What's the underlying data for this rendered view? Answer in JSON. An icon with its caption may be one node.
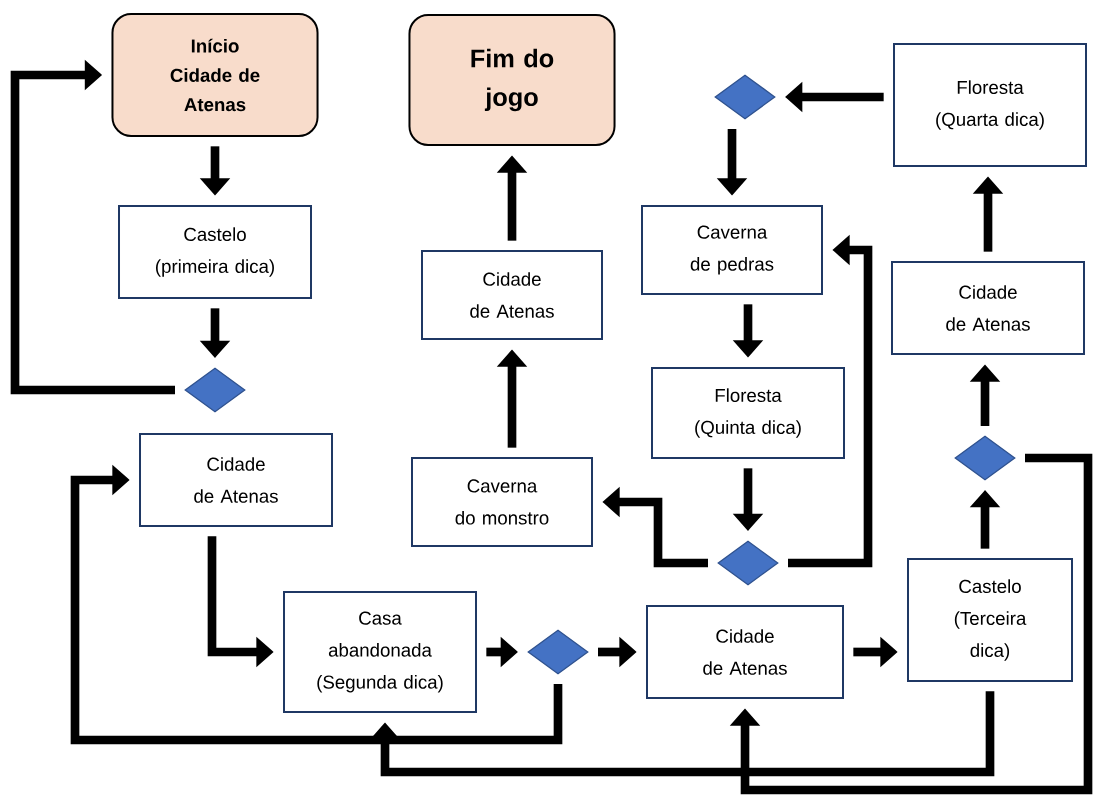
{
  "diagram": {
    "nodes": [
      {
        "text": [
          "Início Cidade de Atenas"
        ]
      },
      {
        "text": [
          "Fim do jogo"
        ]
      },
      {
        "text": [
          "Castelo (primeira dica)"
        ]
      },
      {
        "text": [],
        "shape": "diamond"
      },
      {
        "text": [
          "Cidade de Atenas"
        ]
      },
      {
        "text": [
          "Casa abandonada (Segunda dica)"
        ]
      },
      {
        "text": [],
        "shape": "diamond"
      },
      {
        "text": [
          "Cidade de Atenas"
        ]
      },
      {
        "text": [
          "Castelo (Terceira dica)"
        ]
      },
      {
        "text": [],
        "shape": "diamond"
      },
      {
        "text": [
          "Cidade de Atenas"
        ]
      },
      {
        "text": [
          "Floresta (Quarta dica)"
        ]
      },
      {
        "text": [],
        "shape": "diamond"
      },
      {
        "text": [
          "Caverna de pedras"
        ]
      },
      {
        "text": [
          "Floresta (Quinta dica)"
        ]
      },
      {
        "text": [],
        "shape": "diamond"
      },
      {
        "text": [
          "Caverna do monstro"
        ]
      },
      {
        "text": [
          "Cidade de Atenas"
        ]
      }
    ],
    "edges": [
      {
        "from": 0,
        "to": 2,
        "arrow": "to"
      },
      {
        "from": 2,
        "to": 3,
        "arrow": "to"
      },
      {
        "from": 3,
        "to": 0,
        "arrow": "to"
      },
      {
        "from": 4,
        "to": 5,
        "arrow": "to"
      },
      {
        "from": 5,
        "to": 6,
        "arrow": "to"
      },
      {
        "from": 6,
        "to": 7,
        "arrow": "to"
      },
      {
        "from": 6,
        "to": 4,
        "arrow": "to"
      },
      {
        "from": 7,
        "to": 8,
        "arrow": "to"
      },
      {
        "from": 8,
        "to": 5,
        "arrow": "to"
      },
      {
        "from": 8,
        "to": 9,
        "arrow": "to"
      },
      {
        "from": 9,
        "to": 10,
        "arrow": "to"
      },
      {
        "from": 9,
        "to": 7,
        "arrow": "to"
      },
      {
        "from": 10,
        "to": 11,
        "arrow": "to"
      },
      {
        "from": 11,
        "to": 12,
        "arrow": "to"
      },
      {
        "from": 12,
        "to": 13,
        "arrow": "to"
      },
      {
        "from": 13,
        "to": 14,
        "arrow": "to"
      },
      {
        "from": 14,
        "to": 15,
        "arrow": "to"
      },
      {
        "from": 15,
        "to": 16,
        "arrow": "to"
      },
      {
        "from": 15,
        "to": 13,
        "arrow": "to"
      },
      {
        "from": 16,
        "to": 17,
        "arrow": "to"
      },
      {
        "from": 17,
        "to": 1,
        "arrow": "to"
      }
    ]
  }
}
